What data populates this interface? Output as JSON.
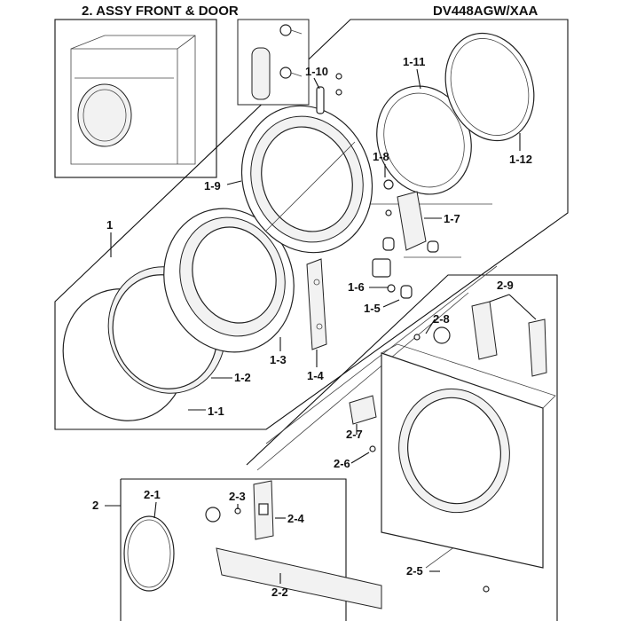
{
  "header": {
    "section_title": "2. ASSY FRONT & DOOR",
    "model": "DV448AGW/XAA"
  },
  "callouts": {
    "c1": "1",
    "c1_1": "1-1",
    "c1_2": "1-2",
    "c1_3": "1-3",
    "c1_4": "1-4",
    "c1_5": "1-5",
    "c1_6": "1-6",
    "c1_7": "1-7",
    "c1_8": "1-8",
    "c1_9": "1-9",
    "c1_10": "1-10",
    "c1_11": "1-11",
    "c1_12": "1-12",
    "c2": "2",
    "c2_1": "2-1",
    "c2_2": "2-2",
    "c2_3": "2-3",
    "c2_4": "2-4",
    "c2_5": "2-5",
    "c2_6": "2-6",
    "c2_7": "2-7",
    "c2_8": "2-8",
    "c2_9": "2-9"
  }
}
